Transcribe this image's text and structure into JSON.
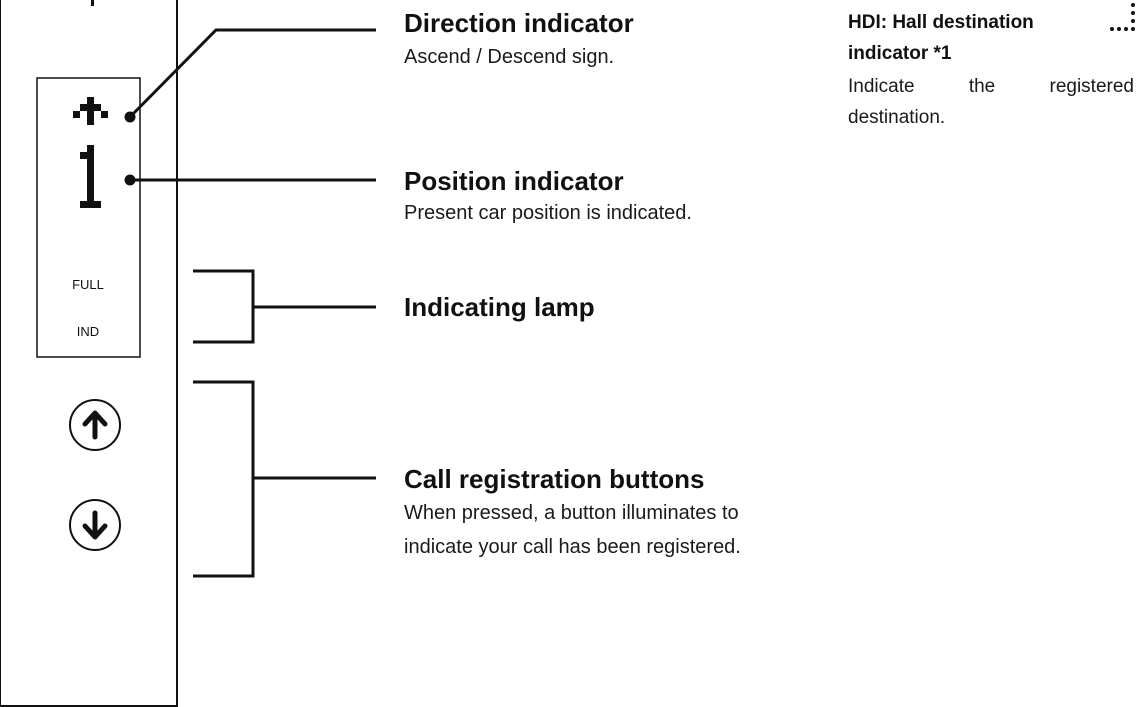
{
  "panel": {
    "lamp_full": "FULL",
    "lamp_ind": "IND",
    "floor_display": "1"
  },
  "callouts": {
    "direction": {
      "title": "Direction indicator",
      "desc": "Ascend / Descend sign."
    },
    "position": {
      "title": "Position indicator",
      "desc": "Present car position is indicated."
    },
    "lamp": {
      "title": "Indicating lamp"
    },
    "call": {
      "title": "Call registration buttons",
      "desc_line1": "When pressed, a button illuminates to",
      "desc_line2": "indicate your call has been registered."
    }
  },
  "hdi": {
    "title_line1": "HDI: Hall destination",
    "title_line2": "indicator *1",
    "desc_line1": "Indicate the registered",
    "desc_line2": "destination."
  },
  "icons": {
    "direction": "up-arrow-dot-matrix-icon",
    "up_button": "up-arrow-icon",
    "down_button": "down-arrow-icon"
  },
  "colors": {
    "ink": "#111111",
    "background": "#ffffff"
  }
}
